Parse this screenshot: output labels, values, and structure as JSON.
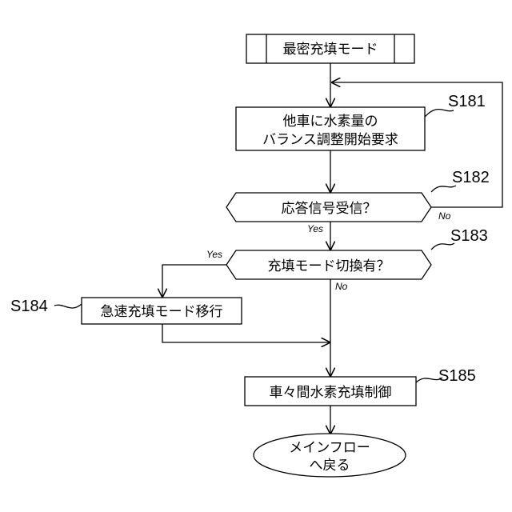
{
  "nodes": {
    "start": {
      "label": "最密充填モード"
    },
    "s181": {
      "line1": "他車に水素量の",
      "line2": "バランス調整開始要求",
      "step": "S181"
    },
    "s182": {
      "label": "応答信号受信？",
      "step": "S182"
    },
    "s183": {
      "label": "充填モード切換有？",
      "step": "S183"
    },
    "s184": {
      "label": "急速充填モード移行",
      "step": "S184"
    },
    "s185": {
      "label": "車々間水素充填制御",
      "step": "S185"
    },
    "end": {
      "line1": "メインフロー",
      "line2": "へ戻る"
    }
  },
  "branches": {
    "s182_yes": "Yes",
    "s182_no": "No",
    "s183_yes": "Yes",
    "s183_no": "No"
  }
}
